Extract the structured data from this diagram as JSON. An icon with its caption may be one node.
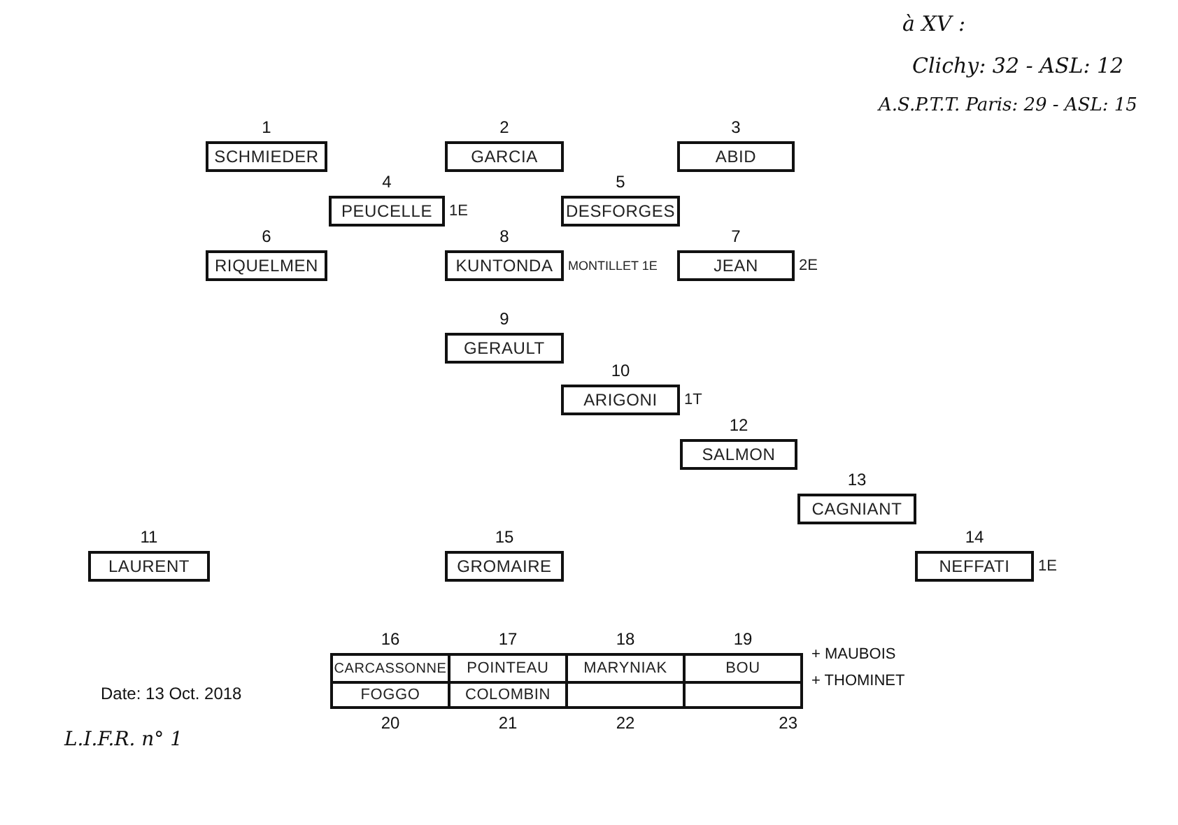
{
  "diagram": {
    "nodes": [
      {
        "text": [
          "1",
          "SCHMIEDER"
        ]
      },
      {
        "text": [
          "2",
          "GARCIA"
        ]
      },
      {
        "text": [
          "3",
          "ABID"
        ]
      },
      {
        "text": [
          "4",
          "PEUCELLE"
        ],
        "beside": [
          "1E"
        ]
      },
      {
        "text": [
          "5",
          "DESFORGES"
        ]
      },
      {
        "text": [
          "6",
          "RIQUELMEN"
        ]
      },
      {
        "text": [
          "8",
          "KUNTONDA"
        ],
        "beside": [
          "MONTILLET 1E"
        ]
      },
      {
        "text": [
          "7",
          "JEAN"
        ],
        "beside": [
          "2E"
        ]
      },
      {
        "text": [
          "9",
          "GERAULT"
        ]
      },
      {
        "text": [
          "10",
          "ARIGONI"
        ],
        "beside": [
          "1T"
        ]
      },
      {
        "text": [
          "12",
          "SALMON"
        ]
      },
      {
        "text": [
          "13",
          "CAGNIANT"
        ]
      },
      {
        "text": [
          "11",
          "LAURENT"
        ]
      },
      {
        "text": [
          "15",
          "GROMAIRE"
        ]
      },
      {
        "text": [
          "14",
          "NEFFATI"
        ],
        "beside": [
          "1E"
        ]
      },
      {
        "text": [
          "16",
          "CARCASSONNE"
        ]
      },
      {
        "text": [
          "17",
          "POINTEAU"
        ]
      },
      {
        "text": [
          "18",
          "MARYNIAK"
        ]
      },
      {
        "text": [
          "19",
          "BOU"
        ]
      },
      {
        "text": [
          "FOGGO",
          "20"
        ]
      },
      {
        "text": [
          "COLOMBIN",
          "21"
        ]
      },
      {
        "text": [
          "22"
        ]
      },
      {
        "text": [
          "23"
        ]
      }
    ],
    "labels": [
      "à XV :",
      "Clichy: 32 - ASL: 12",
      "A.S.P.T.T. Paris: 29 - ASL: 15",
      "+ MAUBOIS",
      "+ THOMINET",
      "Date: 13 Oct. 2018",
      "L.I.F.R. n° 1"
    ]
  }
}
